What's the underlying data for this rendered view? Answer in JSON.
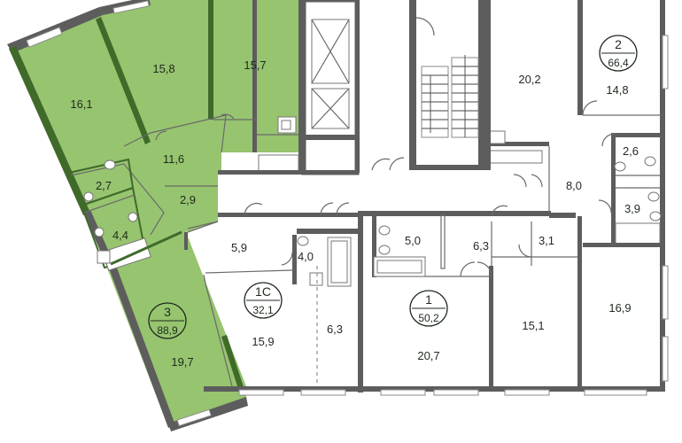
{
  "colors": {
    "apartment_fill": "#97c46f",
    "wall": "#5d5d5d",
    "accent_wall": "#3f6a2a",
    "background": "#ffffff"
  },
  "rooms": {
    "r_16_1": "16,1",
    "r_15_8": "15,8",
    "r_15_7": "15,7",
    "r_11_6": "11,6",
    "r_2_7": "2,7",
    "r_2_9": "2,9",
    "r_4_4": "4,4",
    "r_19_7": "19,7",
    "r_5_9": "5,9",
    "r_4_0": "4,0",
    "r_15_9": "15,9",
    "r_6_3a": "6,3",
    "r_5_0": "5,0",
    "r_6_3b": "6,3",
    "r_3_1": "3,1",
    "r_20_7": "20,7",
    "r_15_1": "15,1",
    "r_16_9": "16,9",
    "r_20_2": "20,2",
    "r_14_8": "14,8",
    "r_2_6": "2,6",
    "r_8_0": "8,0",
    "r_3_9": "3,9"
  },
  "badges": {
    "apt3": {
      "number": "3",
      "area": "88,9"
    },
    "apt1c": {
      "number": "1C",
      "area": "32,1"
    },
    "apt1": {
      "number": "1",
      "area": "50,2"
    },
    "apt2": {
      "number": "2",
      "area": "66,4"
    }
  }
}
